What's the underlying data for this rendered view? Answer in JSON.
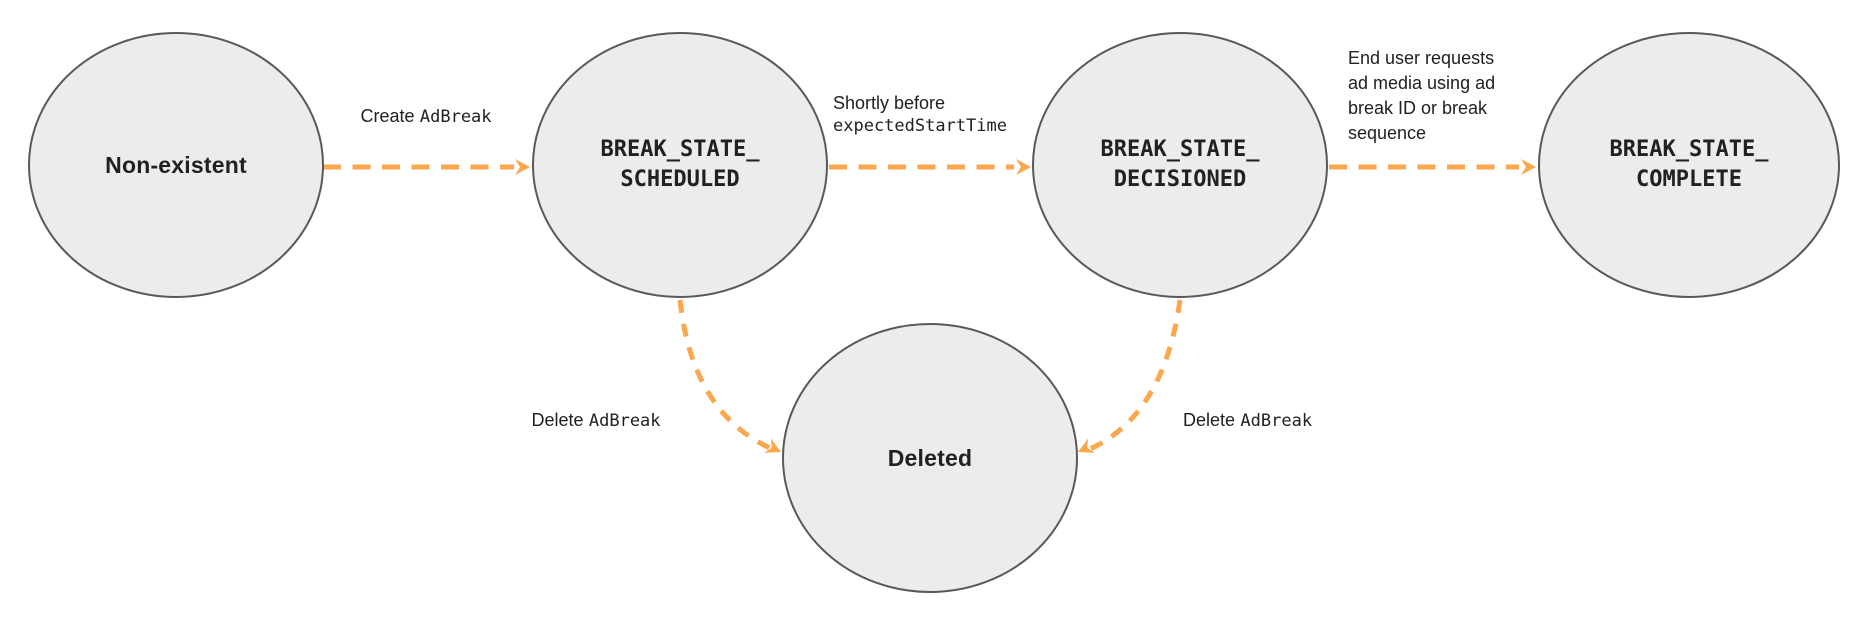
{
  "colors": {
    "background": "#ffffff",
    "node_fill": "#ececec",
    "node_stroke": "#595959",
    "arrow": "#faa74e",
    "text": "#202124"
  },
  "nodes": {
    "non_existent": {
      "label": "Non-existent"
    },
    "scheduled": {
      "line1": "BREAK_STATE_",
      "line2": "SCHEDULED"
    },
    "decisioned": {
      "line1": "BREAK_STATE_",
      "line2": "DECISIONED"
    },
    "complete": {
      "line1": "BREAK_STATE_",
      "line2": "COMPLETE"
    },
    "deleted": {
      "label": "Deleted"
    }
  },
  "edges": {
    "create": {
      "plain": "Create",
      "code": "AdBreak"
    },
    "decision": {
      "plain": "Shortly before",
      "code": "expectedStartTime"
    },
    "complete_transition": {
      "line1": "End user requests",
      "line2": "ad media using ad",
      "line3": "break ID or break",
      "line4": "sequence"
    },
    "delete_left": {
      "plain": "Delete",
      "code": "AdBreak"
    },
    "delete_right": {
      "plain": "Delete",
      "code": "AdBreak"
    }
  }
}
